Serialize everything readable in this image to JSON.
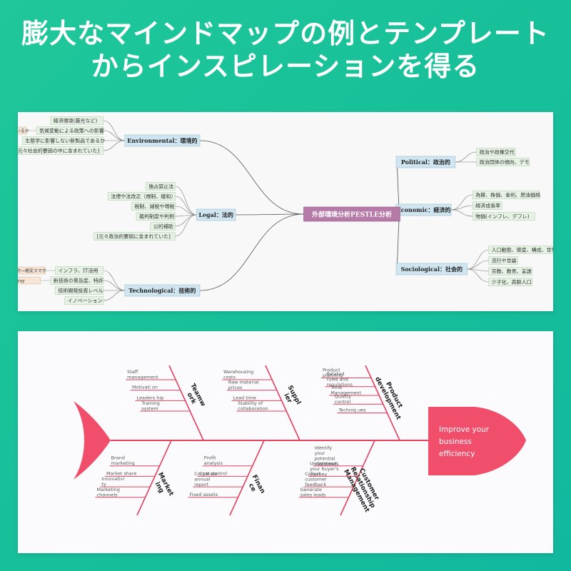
{
  "title": {
    "line1": "膨大なマインドマップの例とテンプレート",
    "line2": "からインスピレーションを得る"
  },
  "colors": {
    "background": "#18c19b",
    "center_node": "#b57aa8",
    "branch_node": "#cfe5f0",
    "leaf_node_green": "#e6f2e4",
    "leaf_node_orange": "#f7e6d7",
    "fish": "#f04e6b",
    "fish_line": "#e4415f"
  },
  "mindmap": {
    "center": "外部環境分析PESTLE分析",
    "branches": [
      {
        "label": "Environmental：環境的",
        "leaves": [
          {
            "text": "経済環境(厳光など)",
            "sub": ""
          },
          {
            "text": "気候変動による政策への影響",
            "sub": "有害でない経済活動を推進しているか"
          },
          {
            "text": "生態学に影響しない新製品であるか",
            "sub": ""
          },
          {
            "text": "[元々社会的要因の中に含まれていた]",
            "sub": ""
          }
        ]
      },
      {
        "label": "Legal：法的",
        "leaves": [
          {
            "text": "独占禁止法",
            "sub": ""
          },
          {
            "text": "法律や法改正（規制、緩和）",
            "sub": ""
          },
          {
            "text": "税制、減税や増税",
            "sub": ""
          },
          {
            "text": "裁判制度や判例",
            "sub": ""
          },
          {
            "text": "公的補助",
            "sub": ""
          },
          {
            "text": "[元々政治的要因に含まれていた]",
            "sub": ""
          }
        ]
      },
      {
        "label": "Technological：技術的",
        "leaves": [
          {
            "text": "インフラ、IT活用",
            "sub": "固定電話→携帯電話→スマホ→格安スマホ"
          },
          {
            "text": "新技術の普及度、特許",
            "sub": "ビデオテープ→DVD→Blu-ray"
          },
          {
            "text": "技術開発投資レベル",
            "sub": ""
          },
          {
            "text": "イノベーション",
            "sub": ""
          }
        ]
      },
      {
        "label": "Political：政治的",
        "leaves": [
          {
            "text": "政治や政権交代",
            "sub": ""
          },
          {
            "text": "政治団体の傾向、デモ",
            "sub": ""
          }
        ]
      },
      {
        "label": "Economic：経済的",
        "leaves": [
          {
            "text": "為替、株価、金利、原油価格",
            "sub": ""
          },
          {
            "text": "経済成長率",
            "sub": ""
          },
          {
            "text": "物価(インフレ、デフレ)",
            "sub": ""
          }
        ]
      },
      {
        "label": "Sociological：社会的",
        "leaves": [
          {
            "text": "人口動態、密度、構成、世帯",
            "sub": ""
          },
          {
            "text": "流行や世論",
            "sub": ""
          },
          {
            "text": "宗教、教育、言語",
            "sub": ""
          },
          {
            "text": "少子化、高齢人口",
            "sub": ""
          }
        ]
      }
    ]
  },
  "fishbone": {
    "head": [
      "Improve your",
      "business",
      "efficiency"
    ],
    "categories": [
      {
        "label": "Teamw ork",
        "causes": [
          "Staff management",
          "Motivati on",
          "Leaders hip",
          "Training system"
        ]
      },
      {
        "label": "Suppl ier",
        "causes": [
          "Warehousing costs",
          "Raw material prices",
          "Lead time",
          "Stability of collaboration"
        ]
      },
      {
        "label": "Product development",
        "causes": [
          "Product planning",
          "Related rules and regulations",
          "Time Management",
          "Quality control",
          "Techniq ues"
        ]
      },
      {
        "label": "Market ing",
        "causes": [
          "Brand marketing",
          "Market share",
          "Innovativi ty",
          "Marketing channels"
        ]
      },
      {
        "label": "Finan ce",
        "causes": [
          "Profit analysis",
          "Cost control",
          "Corporate annual report",
          "Fixed assets"
        ]
      },
      {
        "label": "Customer Relationship Management",
        "causes": [
          "Identify your potential customers",
          "Understand your buyer's journey",
          "Collect customer feedback",
          "Generate sales leads"
        ]
      }
    ]
  }
}
